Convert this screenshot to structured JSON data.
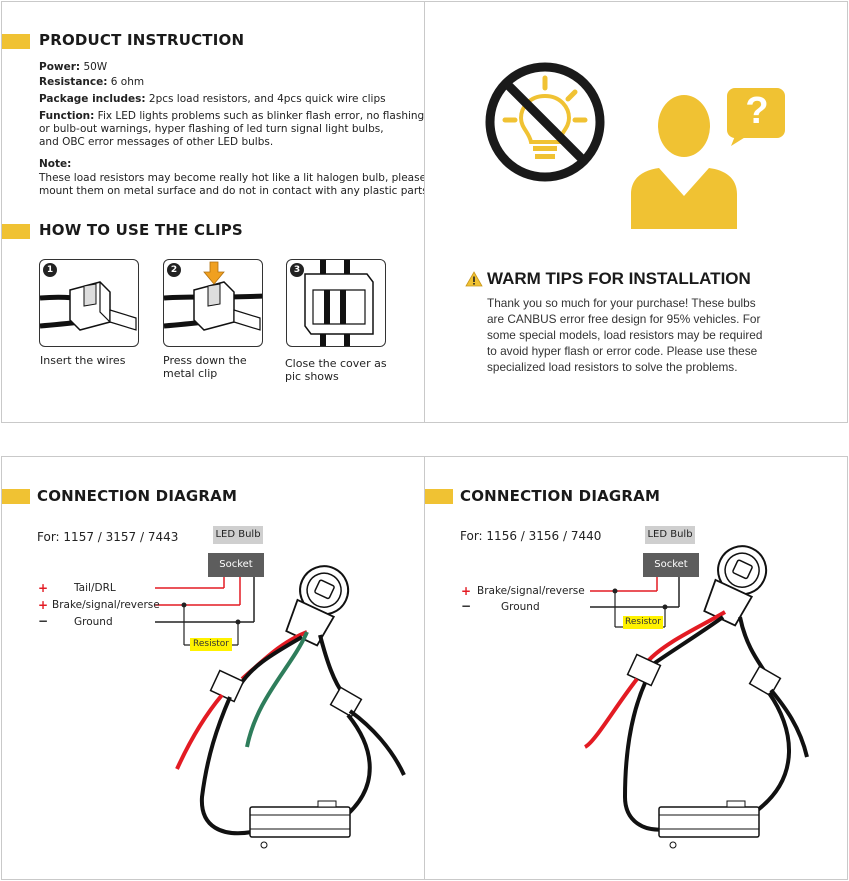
{
  "instruction": {
    "title": "PRODUCT INSTRUCTION",
    "power_label": "Power:",
    "power_value": " 50W",
    "resistance_label": "Resistance:",
    "resistance_value": " 6 ohm",
    "package_label": "Package includes:",
    "package_value": " 2pcs load resistors, and 4pcs quick wire clips",
    "function_label": "Function:",
    "function_line1": " Fix LED lights problems such as blinker flash error, no flashing",
    "function_line2": "or bulb-out warnings, hyper flashing of led turn signal light bulbs,",
    "function_line3": "and OBC error messages of other LED bulbs.",
    "note_label": "Note:",
    "note_line1": "These load resistors may become really hot like a lit halogen bulb, please",
    "note_line2": "mount them on metal surface and do not in contact with any plastic parts."
  },
  "clips": {
    "title": "HOW TO USE THE CLIPS",
    "steps": [
      {
        "num": "1",
        "caption": "Insert the wires"
      },
      {
        "num": "2",
        "caption_line1": "Press down the",
        "caption_line2": "metal clip"
      },
      {
        "num": "3",
        "caption_line1": "Close the cover as",
        "caption_line2": "pic shows"
      }
    ]
  },
  "tips": {
    "title": "WARM TIPS FOR INSTALLATION",
    "body_line1": "Thank you so much for your purchase! These bulbs",
    "body_line2": "are CANBUS error free design for 95% vehicles. For",
    "body_line3": "some special models, load resistors may be required",
    "body_line4": "to avoid hyper flash or error code. Please use these",
    "body_line5": "specialized load resistors to solve the problems.",
    "question_mark": "?"
  },
  "diagram1": {
    "title": "CONNECTION DIAGRAM",
    "for_label": "For:",
    "models": "1157 / 3157 / 7443",
    "led_bulb": "LED Bulb",
    "socket": "Socket",
    "plus1": "+",
    "tail": "Tail/DRL",
    "plus2": "+",
    "brake": "Brake/signal/reverse",
    "minus": "−",
    "ground": "Ground",
    "resistor": "Resistor"
  },
  "diagram2": {
    "title": "CONNECTION DIAGRAM",
    "for_label": "For:",
    "models": "1156 / 3156 / 7440",
    "led_bulb": "LED Bulb",
    "socket": "Socket",
    "plus1": "+",
    "brake": "Brake/signal/reverse",
    "minus": "−",
    "ground": "Ground",
    "resistor": "Resistor"
  },
  "colors": {
    "accent": "#f0c233",
    "red_wire": "#e31b23",
    "green_wire": "#2e7d5b",
    "resistor": "#fff200"
  }
}
